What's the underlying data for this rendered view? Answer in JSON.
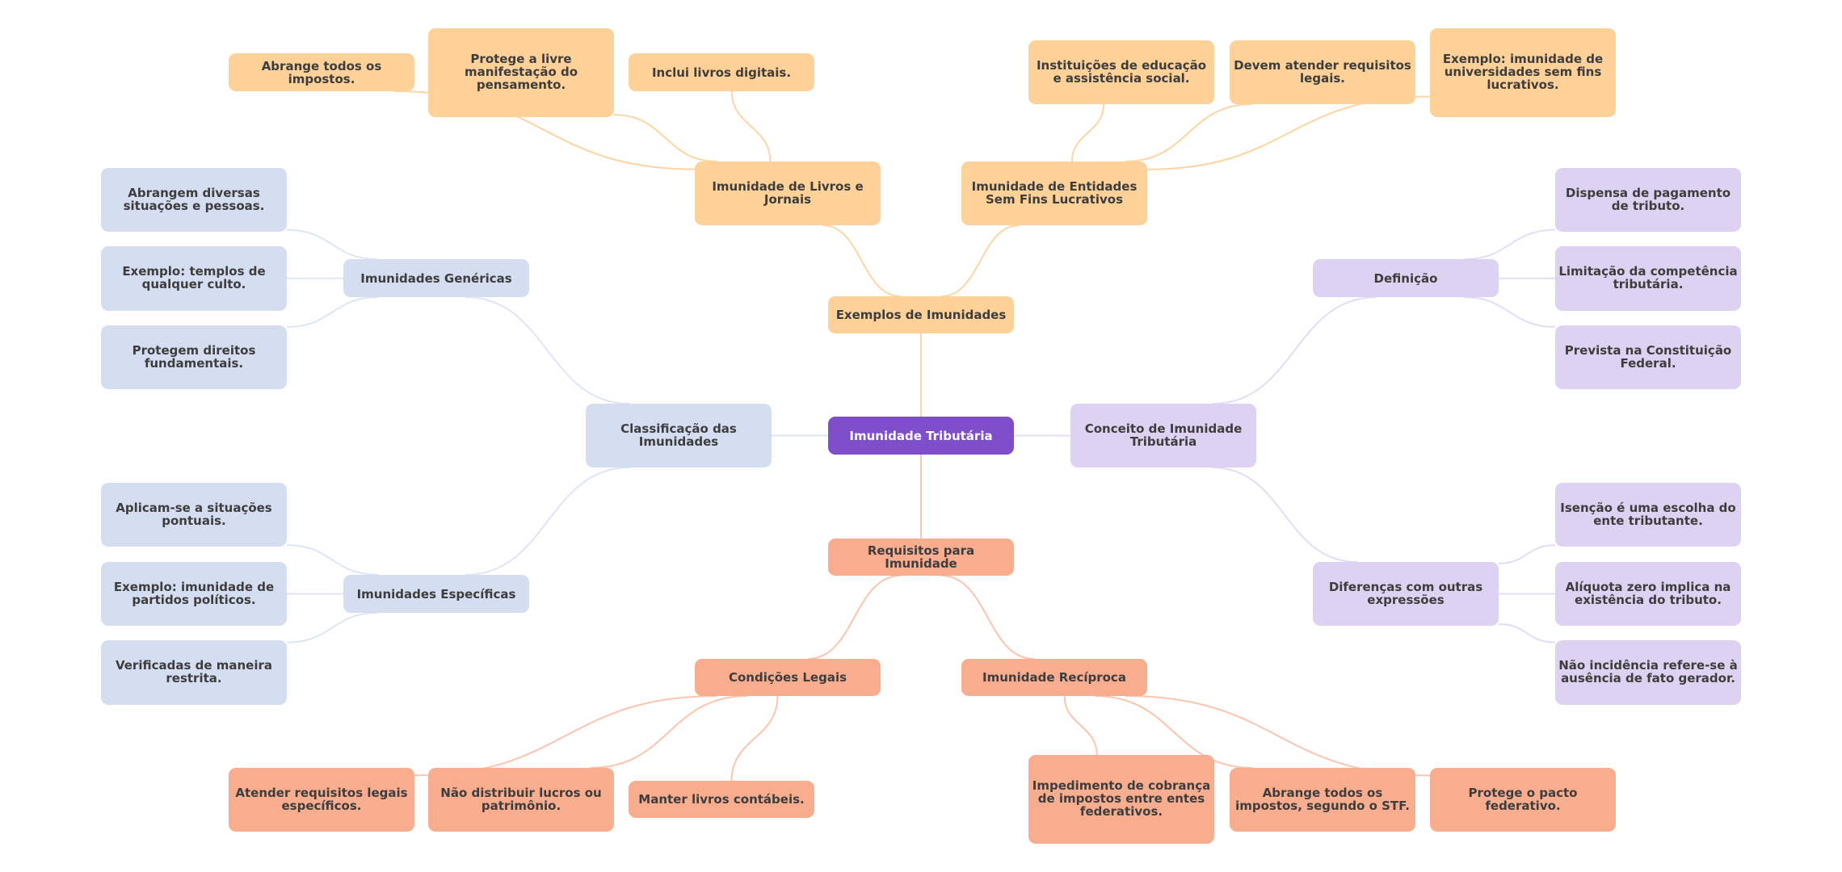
{
  "diagram": {
    "title": "Imunidade Tributária",
    "colors": {
      "root_fill": "#7f4fcb",
      "root_text": "#ffffff",
      "node_text": "#3d3d3d",
      "examples_fill": "#fdd197",
      "examples_edge": "#fcd5a4",
      "classification_fill": "#d5ddf1",
      "classification_edge": "#dfe5f5",
      "concept_fill": "#ddd2f1",
      "concept_edge": "#e4dcf4",
      "requirements_fill": "#f9ad8f",
      "requirements_edge": "#fbc4ae"
    },
    "nodes": {
      "root": "Imunidade Tributária",
      "exemplos": "Exemplos de Imunidades",
      "livros": "Imunidade de Livros e Jornais",
      "livros_abrange": "Abrange todos os impostos.",
      "livros_protege": "Protege a livre manifestação do pensamento.",
      "livros_digitais": "Inclui livros digitais.",
      "entidades": "Imunidade de Entidades Sem Fins Lucrativos",
      "entidades_instituicoes": "Instituições de educação e assistência social.",
      "entidades_requisitos": "Devem atender requisitos legais.",
      "entidades_exemplo": "Exemplo: imunidade de universidades sem fins lucrativos.",
      "classificacao": "Classificação das Imunidades",
      "genericas": "Imunidades Genéricas",
      "genericas_abrangem": "Abrangem diversas situações e pessoas.",
      "genericas_exemplo": "Exemplo: templos de qualquer culto.",
      "genericas_protegem": "Protegem direitos fundamentais.",
      "especificas": "Imunidades Específicas",
      "especificas_aplicam": "Aplicam-se a situações pontuais.",
      "especificas_exemplo": "Exemplo: imunidade de partidos políticos.",
      "especificas_verificadas": "Verificadas de maneira restrita.",
      "conceito": "Conceito de Imunidade Tributária",
      "definicao": "Definição",
      "definicao_dispensa": "Dispensa de pagamento de tributo.",
      "definicao_limitacao": "Limitação da competência tributária.",
      "definicao_prevista": "Prevista na Constituição Federal.",
      "diferencas": "Diferenças com outras expressões",
      "diferencas_isencao": "Isenção é uma escolha do ente tributante.",
      "diferencas_aliquota": "Alíquota zero implica na existência do tributo.",
      "diferencas_nao_incidencia": "Não incidência refere-se à ausência de fato gerador.",
      "requisitos": "Requisitos para Imunidade",
      "condicoes": "Condições Legais",
      "condicoes_atender": "Atender requisitos legais específicos.",
      "condicoes_nao_distribuir": "Não distribuir lucros ou patrimônio.",
      "condicoes_manter": "Manter livros contábeis.",
      "reciproca": "Imunidade Recíproca",
      "reciproca_impedimento": "Impedimento de cobrança de impostos entre entes federativos.",
      "reciproca_abrange": "Abrange todos os impostos, segundo o STF.",
      "reciproca_protege": "Protege o pacto federativo."
    },
    "edges": [
      [
        "root",
        "exemplos",
        "examples"
      ],
      [
        "exemplos",
        "livros",
        "examples"
      ],
      [
        "livros",
        "livros_abrange",
        "examples"
      ],
      [
        "livros",
        "livros_protege",
        "examples"
      ],
      [
        "livros",
        "livros_digitais",
        "examples"
      ],
      [
        "exemplos",
        "entidades",
        "examples"
      ],
      [
        "entidades",
        "entidades_instituicoes",
        "examples"
      ],
      [
        "entidades",
        "entidades_requisitos",
        "examples"
      ],
      [
        "entidades",
        "entidades_exemplo",
        "examples"
      ],
      [
        "root",
        "classificacao",
        "classification"
      ],
      [
        "classificacao",
        "genericas",
        "classification"
      ],
      [
        "genericas",
        "genericas_abrangem",
        "classification"
      ],
      [
        "genericas",
        "genericas_exemplo",
        "classification"
      ],
      [
        "genericas",
        "genericas_protegem",
        "classification"
      ],
      [
        "classificacao",
        "especificas",
        "classification"
      ],
      [
        "especificas",
        "especificas_aplicam",
        "classification"
      ],
      [
        "especificas",
        "especificas_exemplo",
        "classification"
      ],
      [
        "especificas",
        "especificas_verificadas",
        "classification"
      ],
      [
        "root",
        "conceito",
        "concept"
      ],
      [
        "conceito",
        "definicao",
        "concept"
      ],
      [
        "definicao",
        "definicao_dispensa",
        "concept"
      ],
      [
        "definicao",
        "definicao_limitacao",
        "concept"
      ],
      [
        "definicao",
        "definicao_prevista",
        "concept"
      ],
      [
        "conceito",
        "diferencas",
        "concept"
      ],
      [
        "diferencas",
        "diferencas_isencao",
        "concept"
      ],
      [
        "diferencas",
        "diferencas_aliquota",
        "concept"
      ],
      [
        "diferencas",
        "diferencas_nao_incidencia",
        "concept"
      ],
      [
        "root",
        "requisitos",
        "requirements"
      ],
      [
        "requisitos",
        "condicoes",
        "requirements"
      ],
      [
        "condicoes",
        "condicoes_atender",
        "requirements"
      ],
      [
        "condicoes",
        "condicoes_nao_distribuir",
        "requirements"
      ],
      [
        "condicoes",
        "condicoes_manter",
        "requirements"
      ],
      [
        "requisitos",
        "reciproca",
        "requirements"
      ],
      [
        "reciproca",
        "reciproca_impedimento",
        "requirements"
      ],
      [
        "reciproca",
        "reciproca_abrange",
        "requirements"
      ],
      [
        "reciproca",
        "reciproca_protege",
        "requirements"
      ]
    ]
  }
}
